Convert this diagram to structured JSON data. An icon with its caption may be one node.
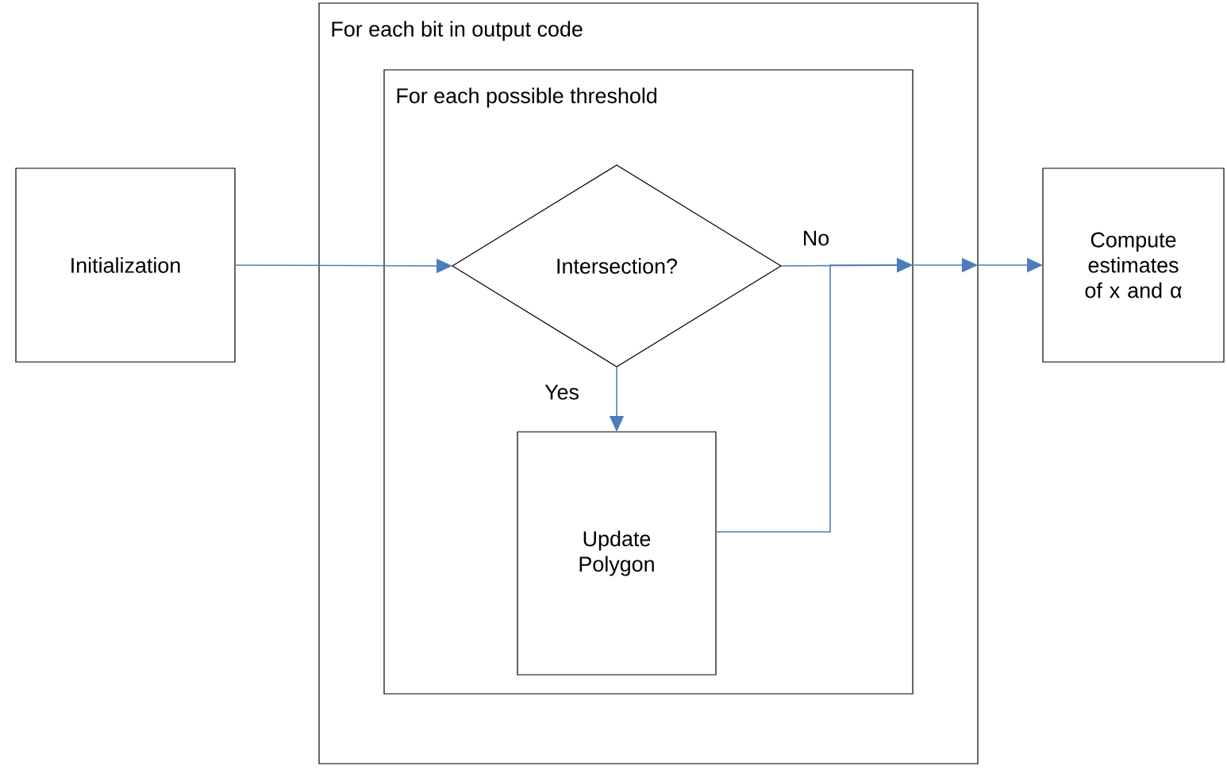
{
  "diagram": {
    "nodes": [
      {
        "text": [
          "For each bit in output code"
        ]
      },
      {
        "text": [
          "For each possible threshold"
        ],
        "in": 0
      },
      {
        "text": [
          "Initialization"
        ]
      },
      {
        "text": [
          "Intersection?"
        ],
        "in": 1
      },
      {
        "text": [
          "Update Polygon"
        ],
        "in": 1
      },
      {
        "text": [
          "Compute estimates of x and α"
        ]
      }
    ],
    "edges": [
      {
        "from": 2,
        "to": 3,
        "arrow": "to"
      },
      {
        "from": 3,
        "to": 4,
        "arrow": "to",
        "label": "Yes"
      },
      {
        "from": 3,
        "to": 1,
        "arrow": "to",
        "label": "No"
      },
      {
        "from": 4,
        "to": 1,
        "arrow": "to"
      },
      {
        "from": 1,
        "to": 0,
        "arrow": "to"
      },
      {
        "from": 0,
        "to": 5,
        "arrow": "to"
      }
    ]
  }
}
